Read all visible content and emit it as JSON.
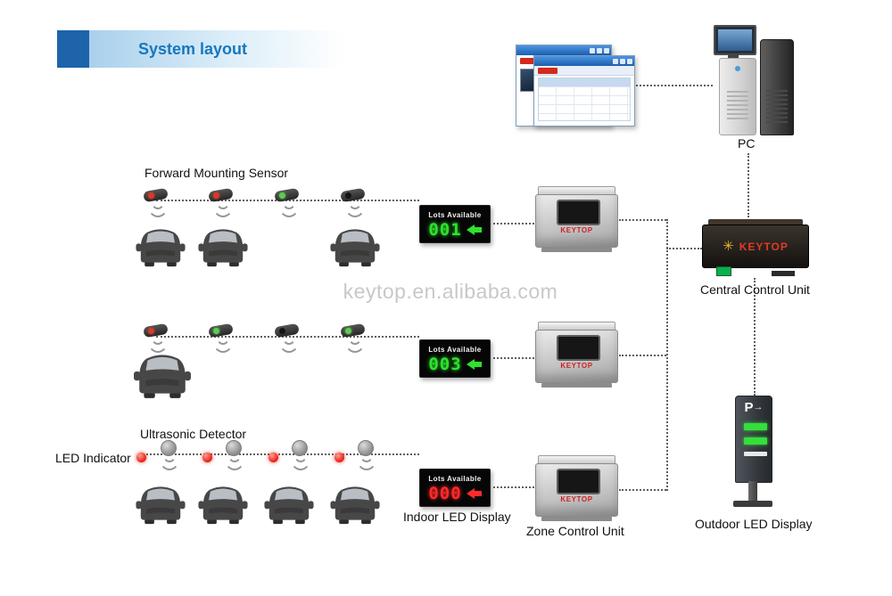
{
  "header": {
    "title": "System layout"
  },
  "watermark": {
    "text": "keytop.en.alibaba.com"
  },
  "brand": {
    "name": "KEYTOP"
  },
  "pc": {
    "label": "PC"
  },
  "labels": {
    "forward_mounting_sensor": "Forward Mounting Sensor",
    "ultrasonic_detector": "Ultrasonic Detector",
    "led_indicator": "LED Indicator",
    "indoor_led_display": "Indoor LED Display",
    "zone_control_unit": "Zone Control Unit",
    "central_control_unit": "Central Control Unit",
    "outdoor_led_display": "Outdoor LED Display"
  },
  "led_displays": [
    {
      "title": "Lots Available",
      "value": "001",
      "state": "green"
    },
    {
      "title": "Lots Available",
      "value": "003",
      "state": "green"
    },
    {
      "title": "Lots Available",
      "value": "000",
      "state": "red"
    }
  ],
  "outdoor_display": {
    "letter": "P",
    "arrow": "→"
  },
  "colors": {
    "available_green": "#2ee22e",
    "full_red": "#ff2a2a",
    "accent_blue": "#1777bd",
    "brand_red": "#cf1f1f",
    "banner_square_blue": "#1d64aa"
  },
  "rows": [
    {
      "type": "forward-mounting",
      "sensor_states": [
        "red",
        "red",
        "green",
        "dark"
      ],
      "occupied": [
        true,
        true,
        false,
        true
      ]
    },
    {
      "type": "forward-mounting",
      "sensor_states": [
        "red",
        "green",
        "dark",
        "green"
      ],
      "occupied": [
        true,
        false,
        false,
        false
      ]
    },
    {
      "type": "ultrasonic",
      "sensor_states": [
        "gray",
        "gray",
        "gray",
        "gray"
      ],
      "led_indicators": [
        "red",
        "red",
        "red",
        "red"
      ],
      "occupied": [
        true,
        true,
        true,
        true
      ]
    }
  ]
}
